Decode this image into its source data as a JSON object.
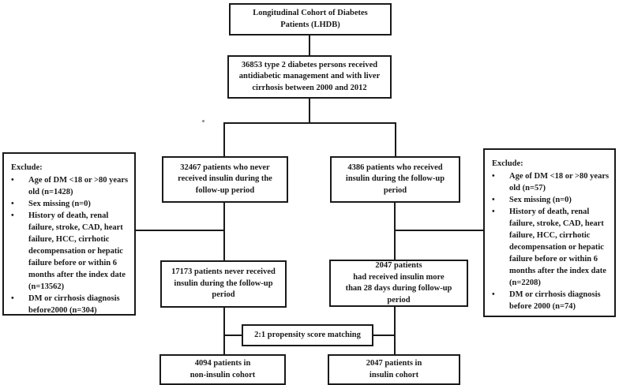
{
  "figure": {
    "type": "flowchart",
    "line_color": "#1a1a1a",
    "background": "#ffffff"
  },
  "boxes": {
    "lhdb": {
      "lines": [
        "Longitudinal Cohort of Diabetes",
        "Patients (LHDB)"
      ]
    },
    "cohort": {
      "lines": [
        "36853 type 2 diabetes persons received",
        "antidiabetic management and with liver",
        "cirrhosis between 2000 and 2012"
      ]
    },
    "never_insulin": {
      "lines": [
        "32467 patients who never",
        "received  insulin during the",
        "follow-up period"
      ]
    },
    "insulin": {
      "lines": [
        "4386 patients who received",
        "insulin during the follow-up",
        "period"
      ]
    },
    "never_insulin_2": {
      "lines": [
        "17173 patients never received",
        "insulin during the follow-up",
        "period"
      ]
    },
    "insulin_28": {
      "lines": [
        "2047 patients",
        "had received  insulin more",
        "than 28 days during follow-up",
        "period"
      ]
    },
    "matching": {
      "lines": [
        "2:1 propensity score matching"
      ]
    },
    "noninsulin_cohort": {
      "lines": [
        "4094 patients in",
        "non-insulin cohort"
      ]
    },
    "insulin_cohort": {
      "lines": [
        "2047 patients in",
        "insulin cohort"
      ]
    },
    "exclude_left": {
      "heading": "Exclude:",
      "bullet_glyph": "•",
      "bullets": [
        "Age of DM <18 or >80 years old (n=1428)",
        "Sex missing (n=0)",
        "History of death, renal failure, stroke, CAD, heart failure, HCC, cirrhotic decompensation or hepatic failure before or within 6 months after the index date (n=13562)",
        "DM or cirrhosis diagnosis before2000 (n=304)"
      ]
    },
    "exclude_right": {
      "heading": "Exclude:",
      "bullet_glyph": "•",
      "bullets": [
        "Age of DM <18 or >80 years old (n=57)",
        "Sex missing (n=0)",
        "History of death, renal failure, stroke, CAD, heart failure, HCC, cirrhotic decompensation or hepatic failure before or within 6 months after the index date (n=2208)",
        "DM or cirrhosis diagnosis before 2000 (n=74)"
      ]
    }
  }
}
